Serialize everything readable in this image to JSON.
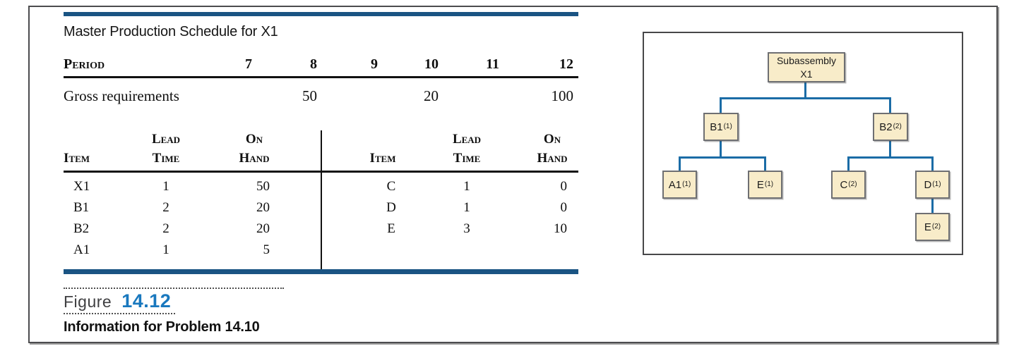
{
  "colors": {
    "rule_blue": "#1A5483",
    "tree_line_blue": "#1B6CA6",
    "figure_number_blue": "#1978BE",
    "node_fill": "#F8ECC9",
    "node_border": "#6E6F72"
  },
  "mps": {
    "title": "Master Production Schedule for X1",
    "period_label": "Period",
    "periods": [
      "7",
      "8",
      "9",
      "10",
      "11",
      "12"
    ],
    "gross_label": "Gross requirements",
    "gross_values": [
      "",
      "50",
      "",
      "20",
      "",
      "100"
    ]
  },
  "item_headers": {
    "item": "Item",
    "lead": "Lead",
    "time": "Time",
    "on": "On",
    "hand": "Hand"
  },
  "items_left": {
    "rows": [
      {
        "item": "X1",
        "lead": "1",
        "hand": "50"
      },
      {
        "item": "B1",
        "lead": "2",
        "hand": "20"
      },
      {
        "item": "B2",
        "lead": "2",
        "hand": "20"
      },
      {
        "item": "A1",
        "lead": "1",
        "hand": "5"
      }
    ]
  },
  "items_right": {
    "rows": [
      {
        "item": "C",
        "lead": "1",
        "hand": "0"
      },
      {
        "item": "D",
        "lead": "1",
        "hand": "0"
      },
      {
        "item": "E",
        "lead": "3",
        "hand": "10"
      }
    ]
  },
  "figure": {
    "label": "Figure",
    "number": "14.12",
    "caption": "Information for Problem 14.10"
  },
  "tree": {
    "root": {
      "line1": "Subassembly",
      "line2": "X1"
    },
    "b1": {
      "name": "B1",
      "qty": "(1)"
    },
    "b2": {
      "name": "B2",
      "qty": "(2)"
    },
    "a1": {
      "name": "A1",
      "qty": "(1)"
    },
    "e1": {
      "name": "E",
      "qty": "(1)"
    },
    "c": {
      "name": "C",
      "qty": "(2)"
    },
    "d": {
      "name": "D",
      "qty": "(1)"
    },
    "e2": {
      "name": "E",
      "qty": "(2)"
    }
  }
}
